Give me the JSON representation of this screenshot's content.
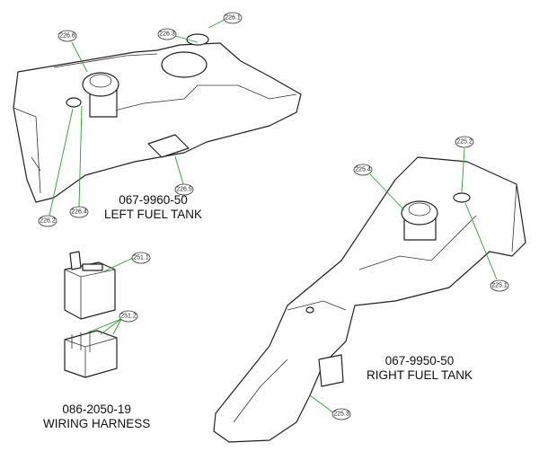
{
  "left_tank": {
    "part_number": "067-9960-50",
    "name": "LEFT FUEL TANK",
    "callouts": [
      "226.1",
      "226.3",
      "226.6",
      "226.2",
      "226.4",
      "226.5"
    ]
  },
  "wiring_harness": {
    "part_number": "086-2050-19",
    "name": "WIRING HARNESS",
    "callouts": [
      "251.1",
      "251.2"
    ]
  },
  "right_tank": {
    "part_number": "067-9950-50",
    "name": "RIGHT FUEL TANK",
    "callouts": [
      "225.2",
      "225.4",
      "225.1",
      "225.3"
    ]
  },
  "colors": {
    "leader": "#2e9a3a",
    "outline": "#222222"
  }
}
